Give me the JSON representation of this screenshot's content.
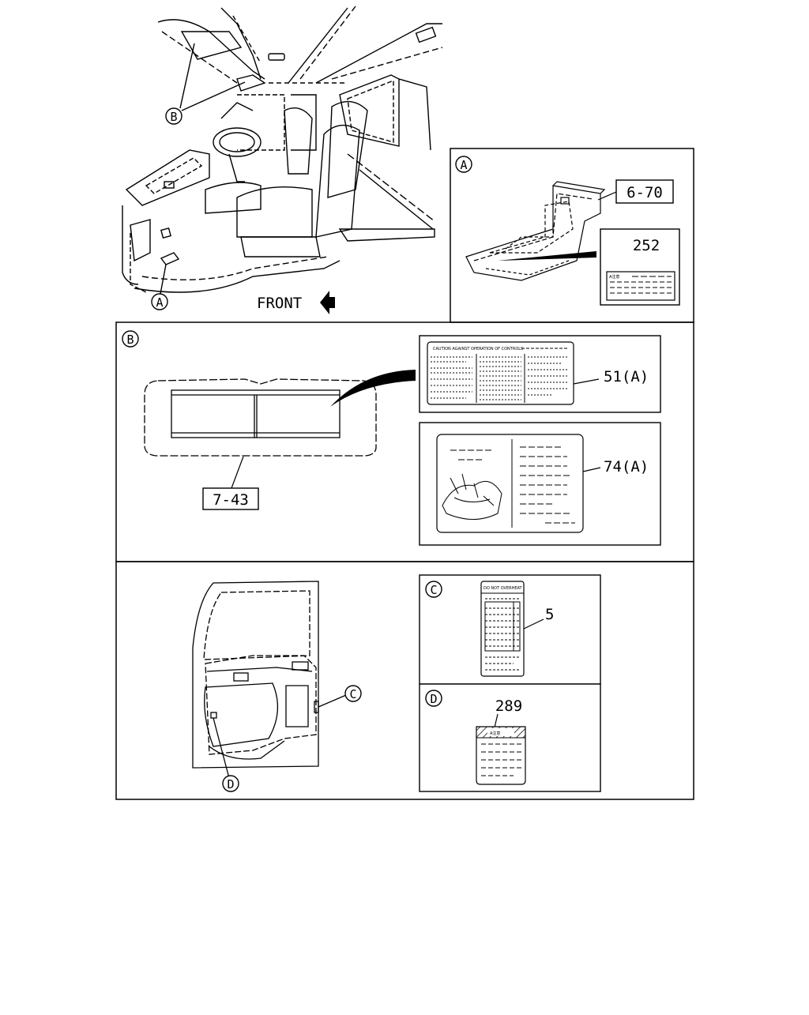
{
  "front_label": "FRONT",
  "callouts": {
    "A": "A",
    "B": "B",
    "C": "C",
    "D": "D"
  },
  "parts": {
    "p6_70": "6-70",
    "p252": "252",
    "p7_43": "7-43",
    "p51": "51(A)",
    "p74": "74(A)",
    "p5": "5",
    "p289": "289"
  },
  "label_snippets": {
    "sticker_252_header": "A注意",
    "sticker_51_title": "CAUTION AGAINST OPERATION OF CONTROLS",
    "sticker_5_title": "DO NOT OVERHEAT",
    "sticker_289_header": "A注意"
  }
}
